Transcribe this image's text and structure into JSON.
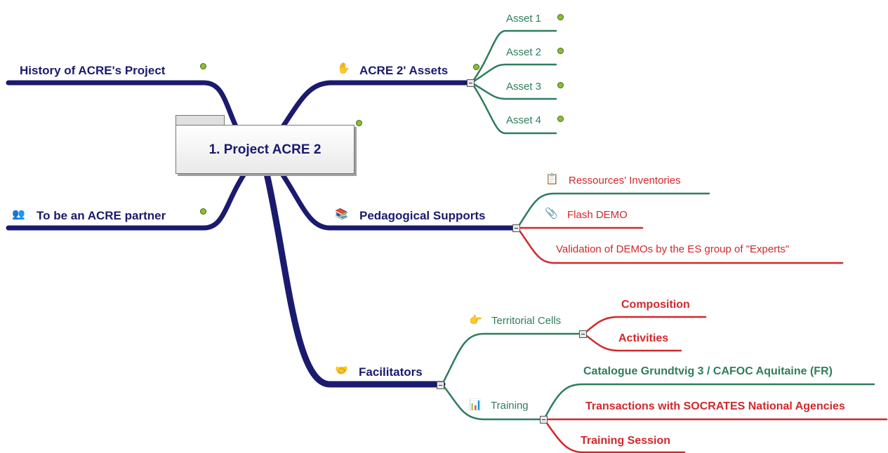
{
  "central": {
    "label": "1. Project ACRE 2"
  },
  "left": {
    "history": "History of ACRE's Project",
    "partner": "To be an ACRE partner"
  },
  "assets": {
    "label": "ACRE 2' Assets",
    "items": [
      "Asset 1",
      "Asset 2",
      "Asset 3",
      "Asset 4"
    ]
  },
  "pedagogical": {
    "label": "Pedagogical Supports",
    "items": [
      "Ressources' Inventories",
      "Flash DEMO",
      "Validation of DEMOs by the ES group of \"Experts\""
    ]
  },
  "facilitators": {
    "label": "Facilitators",
    "territorial": {
      "label": "Territorial Cells",
      "items": [
        "Composition",
        "Activities"
      ]
    },
    "training": {
      "label": "Training",
      "items": [
        "Catalogue Grundtvig 3 / CAFOC Aquitaine (FR)",
        "Transactions with SOCRATES National Agencies",
        "Training Session"
      ]
    }
  },
  "icons": {
    "assets": "stop-hand-icon",
    "partner": "people-group-icon",
    "pedagogical": "books-icon",
    "facilitators": "handshake-icon",
    "territorial": "hand-icon",
    "training": "presentation-icon",
    "inventory": "clipboard-icon",
    "flash": "paperclip-icon"
  },
  "colors": {
    "main": "#1a1a6e",
    "green": "#2e7d5b",
    "red": "#d0282c"
  }
}
